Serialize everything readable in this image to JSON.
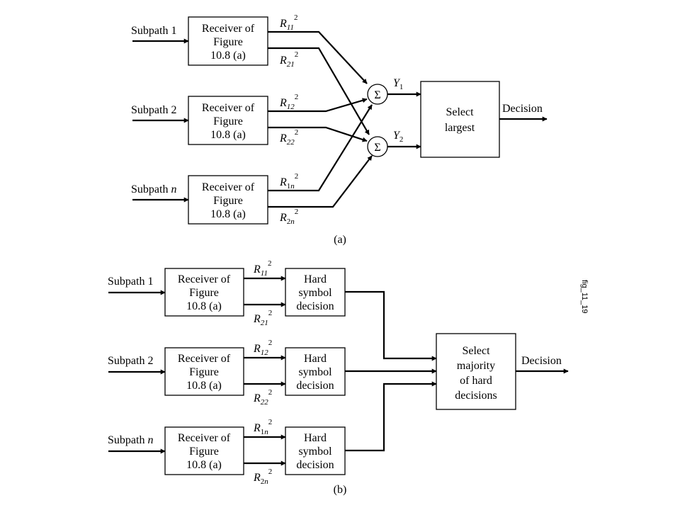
{
  "part_a": {
    "caption": "(a)",
    "inputs": [
      "Subpath 1",
      "Subpath 2",
      "Subpath "
    ],
    "input_n_suffix": "n",
    "receiver_lines": [
      "Receiver of",
      "Figure",
      "10.8 (a)"
    ],
    "r_outputs": [
      {
        "top": "11",
        "bottom": "21"
      },
      {
        "top": "12",
        "bottom": "22"
      },
      {
        "top": "1",
        "top_n": "n",
        "bottom": "2",
        "bottom_n": "n"
      }
    ],
    "r_letter": "R",
    "sup": "2",
    "sum_symbol": "Σ",
    "y_letter": "Y",
    "y_subs": [
      "1",
      "2"
    ],
    "select_lines": [
      "Select",
      "largest"
    ],
    "output": "Decision"
  },
  "part_b": {
    "caption": "(b)",
    "inputs": [
      "Subpath 1",
      "Subpath 2",
      "Subpath "
    ],
    "input_n_suffix": "n",
    "receiver_lines": [
      "Receiver of",
      "Figure",
      "10.8 (a)"
    ],
    "hard_lines": [
      "Hard",
      "symbol",
      "decision"
    ],
    "select_lines": [
      "Select",
      "majority",
      "of hard",
      "decisions"
    ],
    "output": "Decision"
  },
  "side_label": "fig_11_19"
}
